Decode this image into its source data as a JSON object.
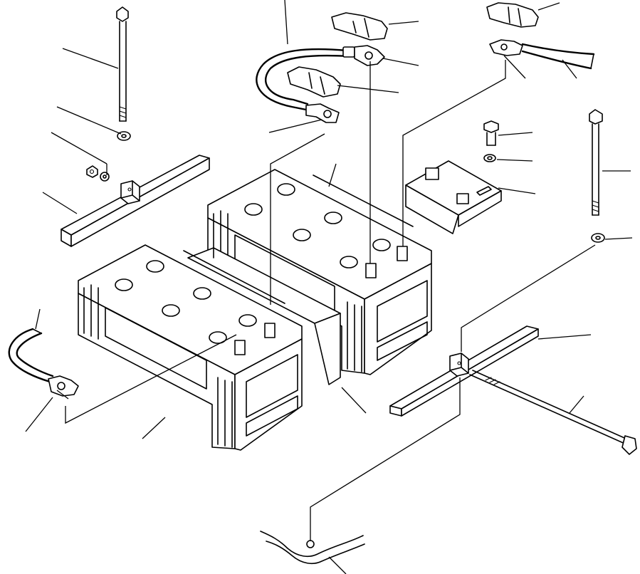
{
  "diagram": {
    "kind": "exploded-parts-view",
    "colors": {
      "line": "#000000",
      "background": "#ffffff"
    },
    "parts": [
      "battery-left",
      "battery-right",
      "battery-spacer",
      "hold-down-bracket-left",
      "hold-down-bracket-right",
      "long-bolt-left",
      "long-bolt-right",
      "hook-rod",
      "cable-left-terminal",
      "cable-upper-connecting",
      "cable-upper-right",
      "terminal-cover-a",
      "terminal-cover-b",
      "terminal-cover-c",
      "terminal-bracket",
      "bolt-small",
      "washer-small",
      "mounting-base"
    ]
  }
}
